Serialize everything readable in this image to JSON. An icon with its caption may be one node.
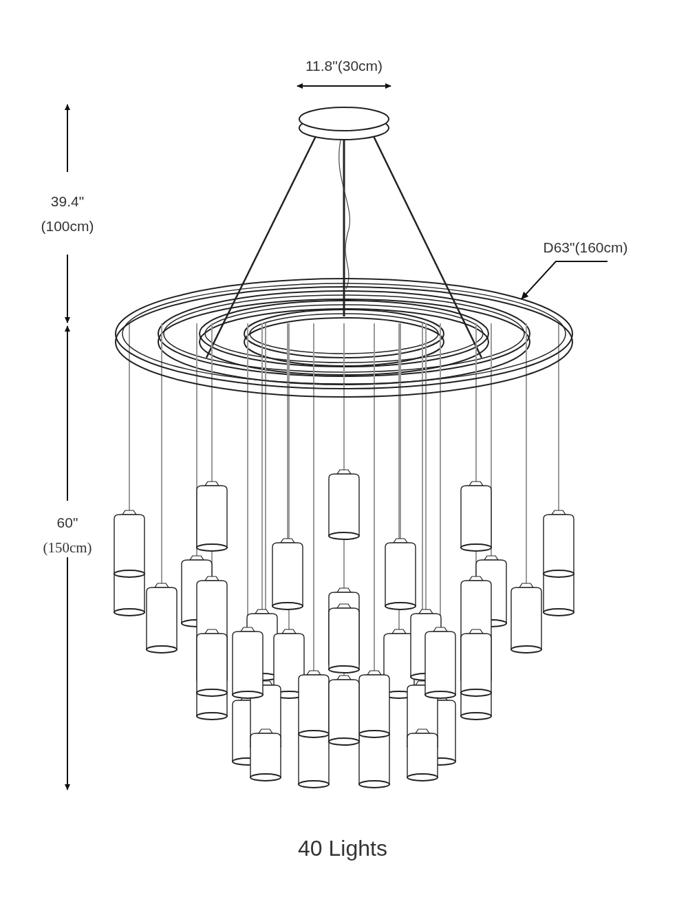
{
  "diagram": {
    "nodes": [
      {
        "text": [
          "D63\"(160cm)"
        ]
      },
      {
        "text": [],
        "shape": "ellipse"
      }
    ],
    "edges": [
      {
        "from": 0,
        "to": 1,
        "arrow": "to"
      }
    ],
    "labels": [
      "11.8\"(30cm)",
      "39.4\"",
      "(100cm)",
      "60\"",
      "(150cm)",
      "40 Lights"
    ]
  }
}
